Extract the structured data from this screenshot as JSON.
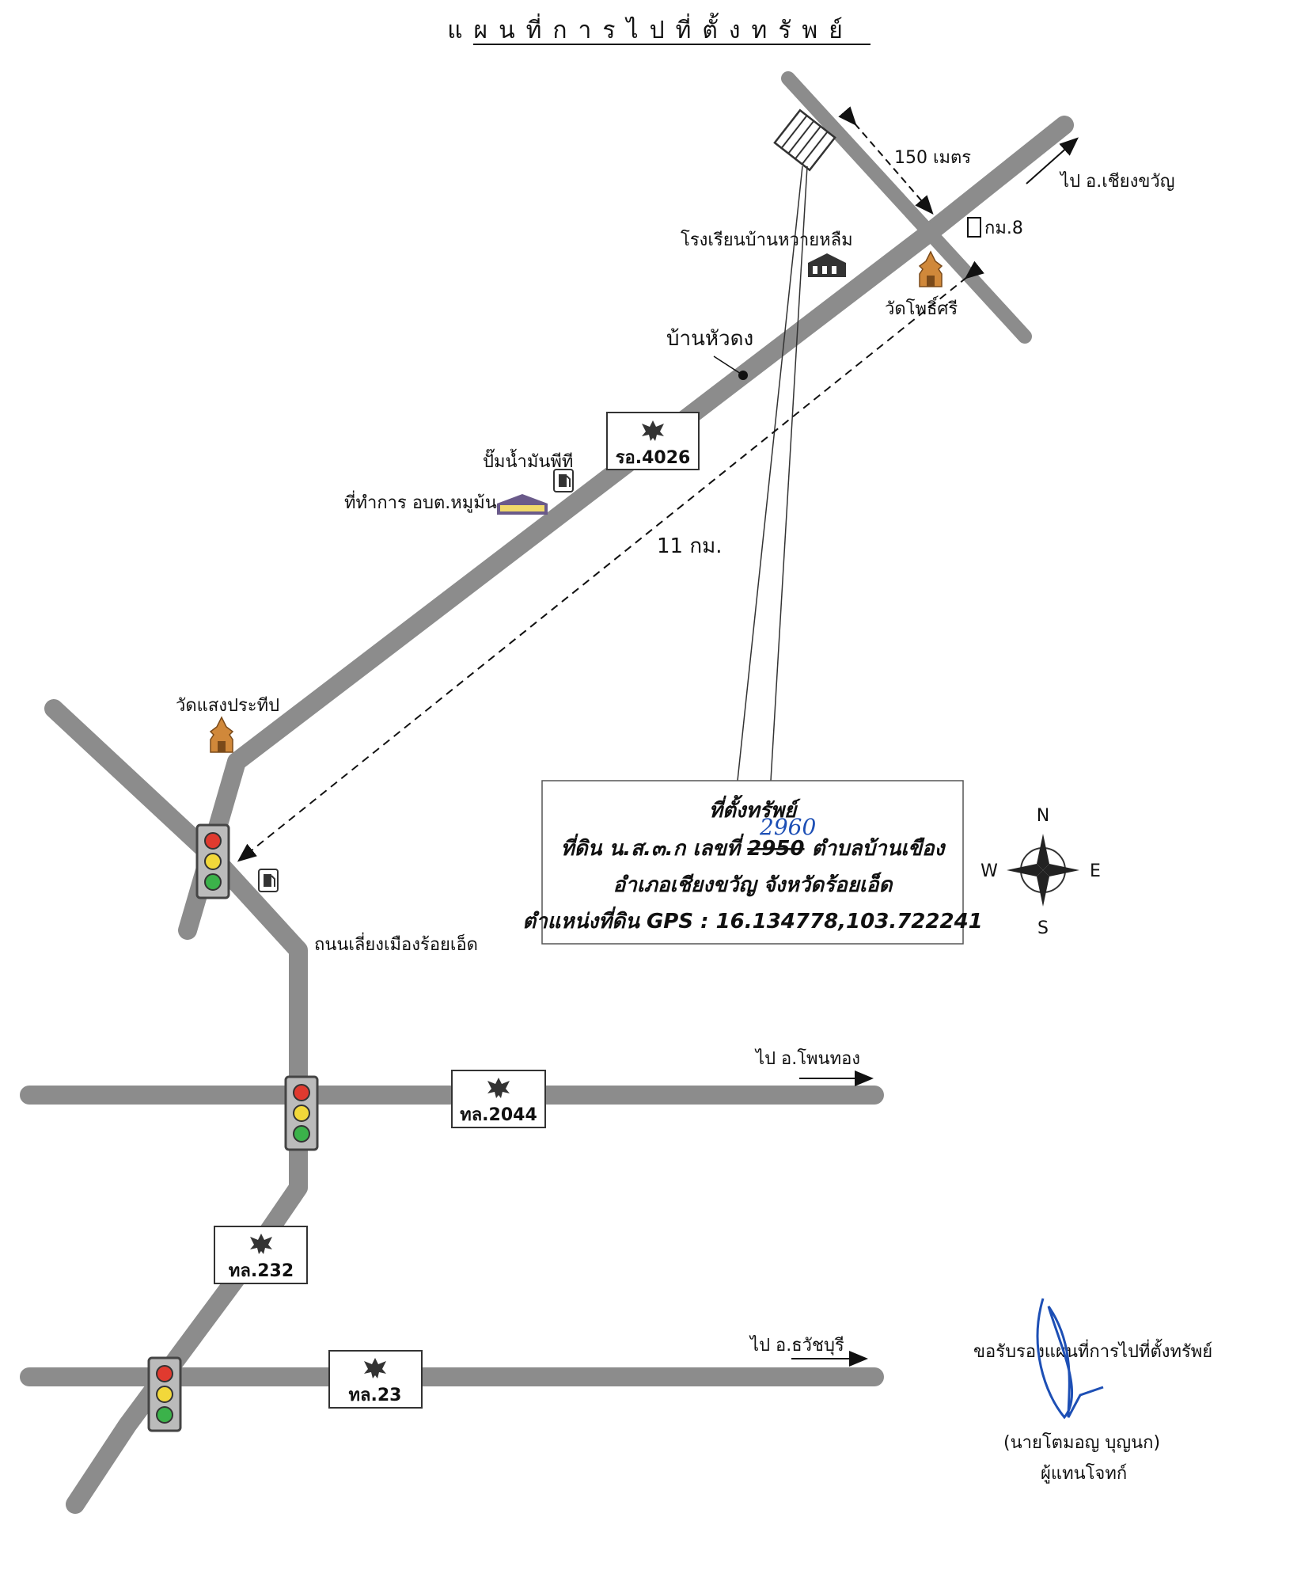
{
  "title": "แผนที่การไปที่ตั้งทรัพย์",
  "distance_short": "150 เมตร",
  "distance_long": "11 กม.",
  "direction_labels": {
    "to_chiang_khwan": "ไป อ.เชียงขวัญ",
    "to_phon_thong": "ไป อ.โพนทอง",
    "to_thawatchaburi": "ไป อ.ธวัชบุรี"
  },
  "landmarks": {
    "km_marker": "กม.8",
    "school": "โรงเรียนบ้านหวายหลืม",
    "temple_pho_si": "วัดโพธิ์ศรี",
    "village": "บ้านหัวดง",
    "gas_station": "ปั๊มน้ำมันพีที",
    "sao_office": "ที่ทำการ อบต.หมูม้น",
    "temple_saeng": "วัดแสงประทีป",
    "bypass_road": "ถนนเลี่ยงเมืองร้อยเอ็ด"
  },
  "routes": {
    "r4026": "รอ.4026",
    "r2044": "ทล.2044",
    "r232": "ทล.232",
    "r23": "ทล.23"
  },
  "info_box": {
    "heading": "ที่ตั้งทรัพย์",
    "line1_prefix": "ที่ดิน น.ส.๓.ก เลขที่ ",
    "deed_number_struck": "2950",
    "deed_number_handwritten": "2960",
    "line1_suffix": " ตำบลบ้านเขือง",
    "line2": "อำเภอเชียงขวัญ จังหวัดร้อยเอ็ด",
    "line3": "ตำแหน่งที่ดิน GPS : 16.134778,103.722241"
  },
  "compass": {
    "n": "N",
    "s": "S",
    "e": "E",
    "w": "W"
  },
  "certification": {
    "text": "ขอรับรองแผนที่การไปที่ตั้งทรัพย์",
    "name": "(นายโตมอญ    บุญนก)",
    "role": "ผู้แทนโจทก์"
  },
  "colors": {
    "road": "#8c8c8c",
    "signature": "#1d4fb5",
    "temple": "#d0883a"
  }
}
